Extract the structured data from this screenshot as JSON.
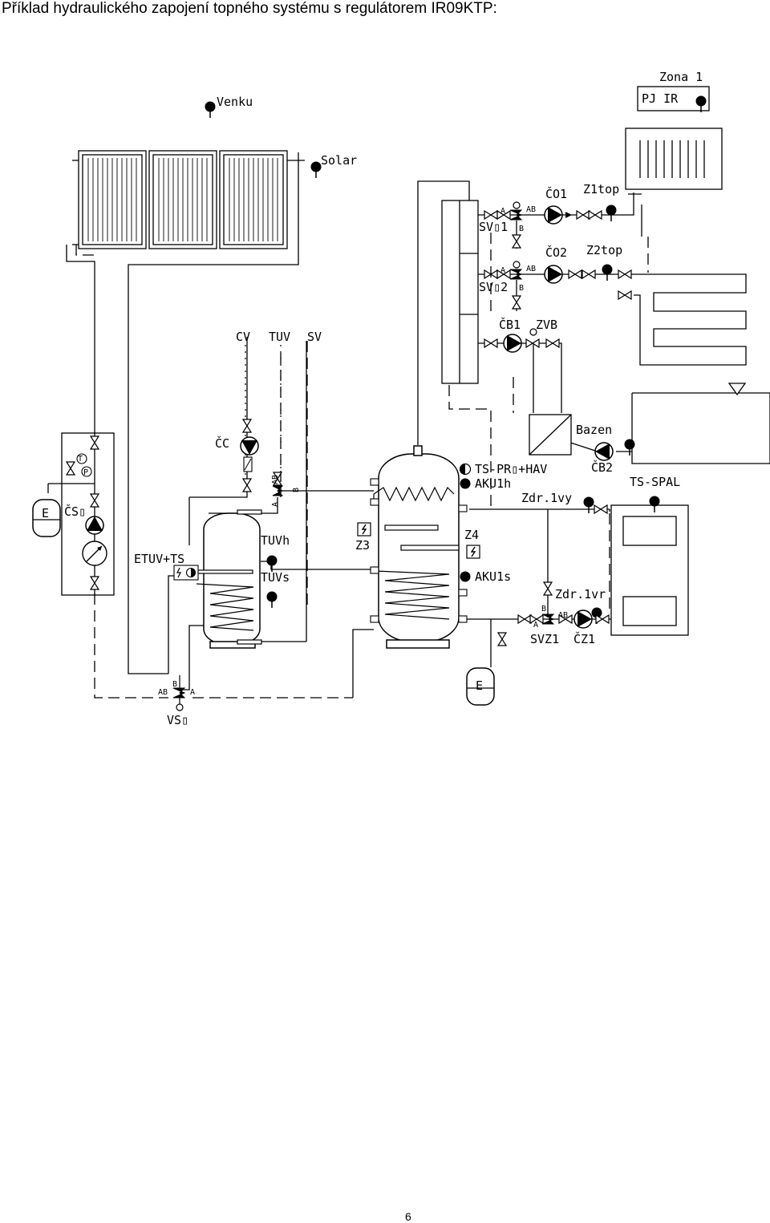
{
  "page": {
    "title": "Příklad hydraulického zapojení topného systému s regulátorem IR09KTP:",
    "page_number": "6"
  },
  "labels": {
    "venku": "Venku",
    "solar": "Solar",
    "zona1": "Zona 1",
    "pj_ir": "PJ IR",
    "co1": "ČO1",
    "z1top": "Z1top",
    "svo1": "SV▯1",
    "co2": "ČO2",
    "z2top": "Z2top",
    "svo2": "SV▯2",
    "cb1": "ČB1",
    "zvb": "ZVB",
    "cv": "CV",
    "tuv": "TUV",
    "sv": "SV",
    "cc": "ČC",
    "ts_pro_hav": "TS-PR▯+HAV",
    "aku1h": "AKU1h",
    "bazen": "Bazen",
    "cb2": "ČB2",
    "ts_spal": "TS-SPAL",
    "zdr1vy": "Zdr.1vy",
    "cso": "ČS▯",
    "etuv_ts": "ETUV+TS",
    "tuvh": "TUVh",
    "tuvs": "TUVs",
    "z3": "Z3",
    "z4": "Z4",
    "aku1s": "AKU1s",
    "zdr1vr": "Zdr.1vr",
    "svz1": "SVZ1",
    "cz1": "ČZ1",
    "vso": "VS▯",
    "e": "E",
    "port_a": "A",
    "port_b": "B",
    "port_ab": "AB",
    "t": "T",
    "p": "P"
  },
  "icons": [
    "sensor-dot-icon",
    "pump-icon",
    "valve-icon",
    "three-way-valve-icon",
    "expansion-vessel-icon",
    "heating-element-icon",
    "manometer-icon"
  ]
}
